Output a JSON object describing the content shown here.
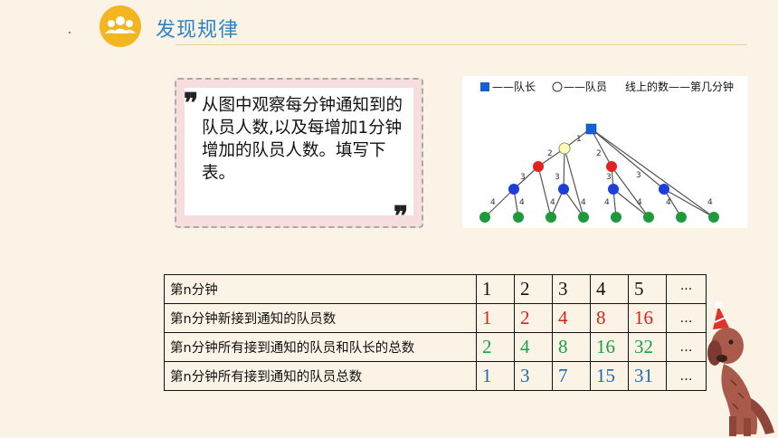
{
  "header": {
    "title": "发现规律",
    "icon": "people-group-icon"
  },
  "quote": {
    "open_mark": "❞",
    "close_mark": "❞",
    "text": "从图中观察每分钟通知到的队员人数,以及每增加1分钟增加的队员人数。填写下表。"
  },
  "tree": {
    "legend_leader": "——队长",
    "legend_member": "——队员",
    "legend_lines": "线上的数——第几分钟",
    "edge_labels": [
      "1",
      "2",
      "2",
      "3",
      "3",
      "3",
      "3",
      "4",
      "4",
      "4",
      "4",
      "4",
      "4",
      "4",
      "4"
    ],
    "colors": {
      "leader": "#1560d6",
      "minute1": "#fffbb0",
      "minute2": "#e52222",
      "minute3": "#1d3fd6",
      "minute4": "#1f9a3a",
      "line": "#555555"
    }
  },
  "table": {
    "rows": [
      {
        "label": "第n分钟",
        "color": "black",
        "values": [
          "1",
          "2",
          "3",
          "4",
          "5"
        ],
        "more": "···"
      },
      {
        "label": "第n分钟新接到通知的队员数",
        "color": "red",
        "values": [
          "1",
          "2",
          "4",
          "8",
          "16"
        ],
        "more": "…"
      },
      {
        "label": "第n分钟所有接到通知的队员和队长的总数",
        "color": "green",
        "values": [
          "2",
          "4",
          "8",
          "16",
          "32"
        ],
        "more": "…"
      },
      {
        "label": "第n分钟所有接到通知的队员总数",
        "color": "blue",
        "values": [
          "1",
          "3",
          "7",
          "15",
          "31"
        ],
        "more": "…"
      }
    ]
  },
  "decoration": {
    "mascot": "dog-mascot-icon"
  }
}
